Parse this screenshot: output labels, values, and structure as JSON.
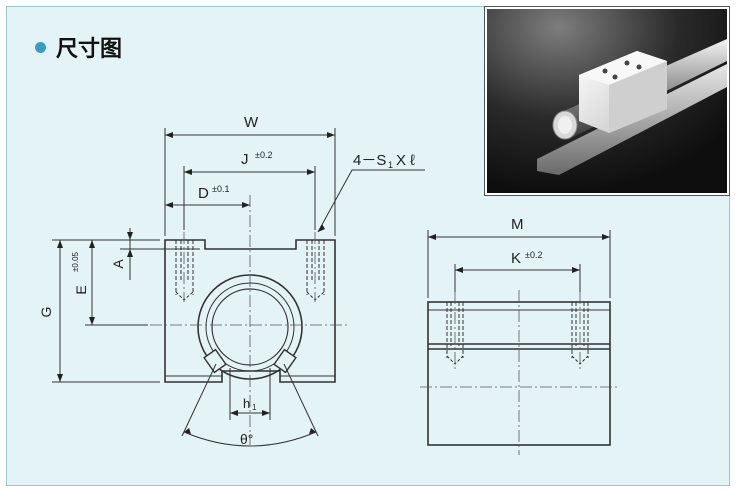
{
  "heading": {
    "title": "尺寸图",
    "bullet_color": "#3a9ec2"
  },
  "colors": {
    "background": "#e4f3f6",
    "line": "#333333",
    "body_fill": "#e4f3f6"
  },
  "front_view": {
    "W": "W",
    "J": "J",
    "J_tol": "±0.2",
    "D": "D",
    "D_tol": "±0.1",
    "callout": "4－S",
    "callout_sub": "1",
    "callout_rest": "X ℓ",
    "A": "A",
    "E": "E",
    "E_tol": "±0.05",
    "G": "G",
    "h": "h",
    "h_sub": "1",
    "theta": "θ°"
  },
  "side_view": {
    "M": "M",
    "K": "K",
    "K_tol": "±0.2"
  },
  "photo": {
    "subject": "linear-slide-unit-photo"
  }
}
